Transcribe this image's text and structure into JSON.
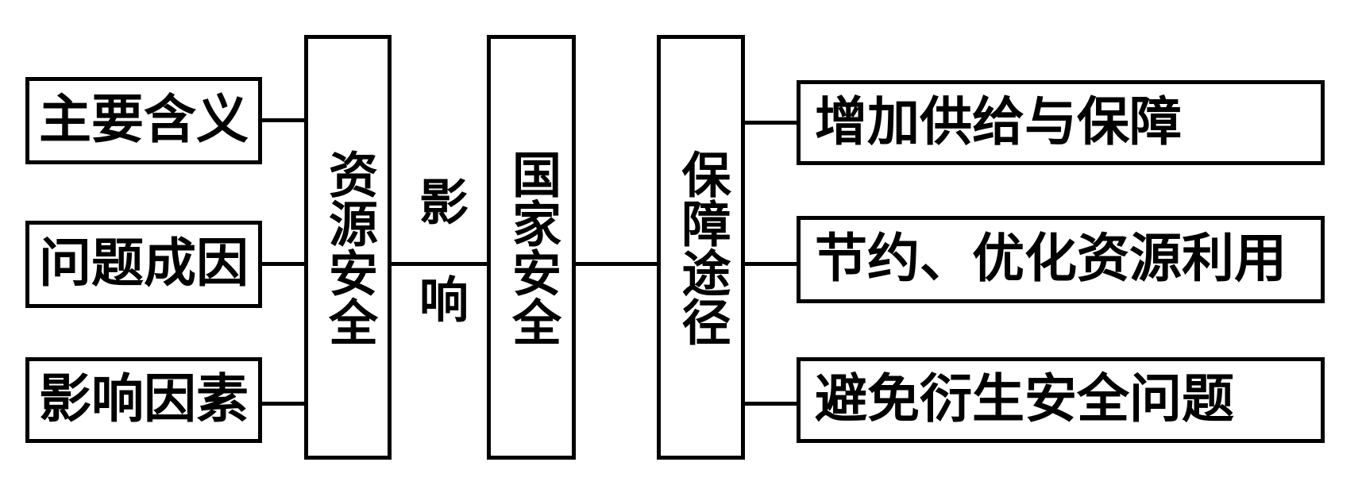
{
  "canvas": {
    "background_color": "#ffffff",
    "line_color": "#000000",
    "text_color": "#000000"
  },
  "diagram": {
    "left_boxes": [
      {
        "label": "主要含义"
      },
      {
        "label": "问题成因"
      },
      {
        "label": "影响因素"
      }
    ],
    "center_boxes": [
      {
        "label": "资源安全"
      },
      {
        "label": "国家安全"
      },
      {
        "label": "保障途径"
      }
    ],
    "right_boxes": [
      {
        "label": "增加供给与保障"
      },
      {
        "label": "节约、优化资源利用"
      },
      {
        "label": "避免衍生安全问题"
      }
    ],
    "edge_label": "影响"
  }
}
